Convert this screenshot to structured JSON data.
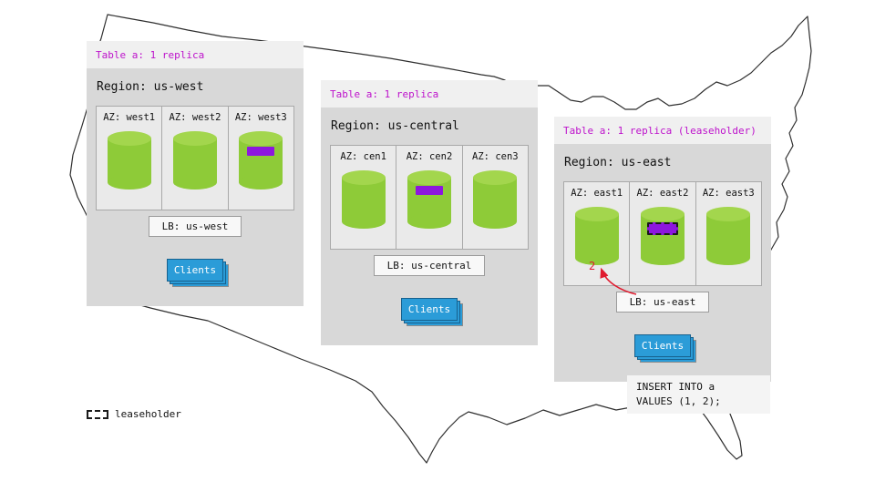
{
  "regions": [
    {
      "id": "us-west",
      "table_label": "Table a: 1 replica",
      "region_label": "Region: us-west",
      "azs": [
        {
          "label": "AZ: west1",
          "replica": false,
          "leaseholder": false
        },
        {
          "label": "AZ: west2",
          "replica": false,
          "leaseholder": false
        },
        {
          "label": "AZ: west3",
          "replica": true,
          "leaseholder": false
        }
      ],
      "lb_label": "LB: us-west",
      "clients_label": "Clients"
    },
    {
      "id": "us-central",
      "table_label": "Table a: 1 replica",
      "region_label": "Region: us-central",
      "azs": [
        {
          "label": "AZ: cen1",
          "replica": false,
          "leaseholder": false
        },
        {
          "label": "AZ: cen2",
          "replica": true,
          "leaseholder": false
        },
        {
          "label": "AZ: cen3",
          "replica": false,
          "leaseholder": false
        }
      ],
      "lb_label": "LB: us-central",
      "clients_label": "Clients"
    },
    {
      "id": "us-east",
      "table_label": "Table a: 1 replica (leaseholder)",
      "region_label": "Region: us-east",
      "azs": [
        {
          "label": "AZ: east1",
          "replica": false,
          "leaseholder": false
        },
        {
          "label": "AZ: east2",
          "replica": true,
          "leaseholder": true
        },
        {
          "label": "AZ: east3",
          "replica": false,
          "leaseholder": false
        }
      ],
      "lb_label": "LB: us-east",
      "clients_label": "Clients"
    }
  ],
  "annotation": {
    "step_label": "2"
  },
  "query": {
    "line1": "INSERT INTO a",
    "line2": "VALUES (1, 2);"
  },
  "legend": {
    "label": "leaseholder"
  },
  "colors": {
    "panel_bg": "#d8d8d8",
    "header_bg": "#f0f0f0",
    "accent_magenta": "#bd12cb",
    "cylinder_green": "#8ecb38",
    "replica_purple": "#8d17de",
    "clients_blue": "#2b9cd8",
    "arrow_red": "#e01a2e"
  }
}
